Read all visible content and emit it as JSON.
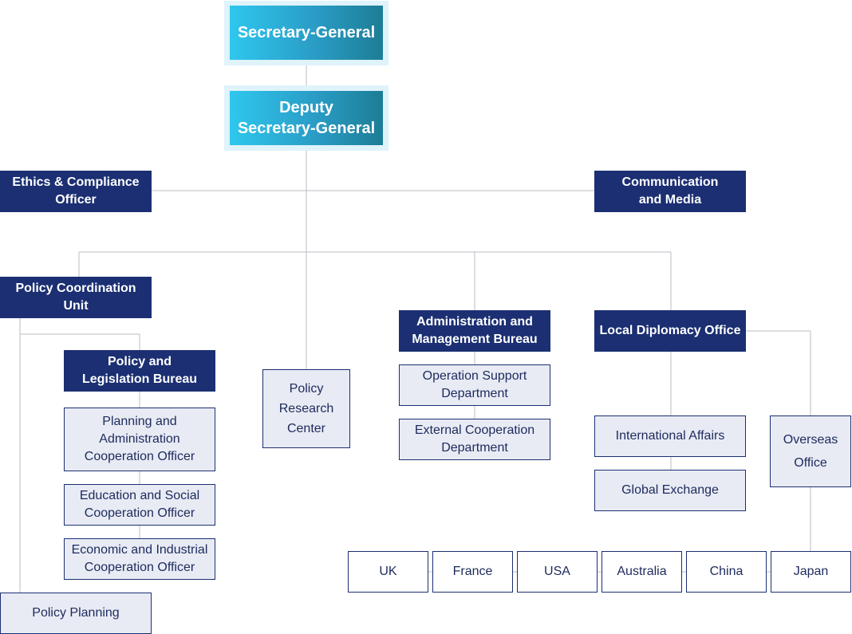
{
  "org": {
    "secretary_general": "Secretary-General",
    "deputy_secretary_general": "Deputy\nSecretary-General",
    "ethics_compliance": "Ethics & Compliance\nOfficer",
    "communication_media": "Communication\nand Media",
    "policy_coordination_unit": "Policy Coordination\nUnit",
    "policy_legislation_bureau": "Policy and\nLegislation Bureau",
    "planning_admin_officer": "Planning and\nAdministration\nCooperation Officer",
    "education_social_officer": "Education and Social\nCooperation Officer",
    "economic_industrial_officer": "Economic and Industrial\nCooperation Officer",
    "policy_planning": "Policy Planning",
    "policy_research_center": "Policy\nResearch\nCenter",
    "admin_management_bureau": "Administration and\nManagement Bureau",
    "operation_support_dept": "Operation Support\nDepartment",
    "external_cooperation_dept": "External Cooperation\nDepartment",
    "local_diplomacy_office": "Local Diplomacy Office",
    "international_affairs": "International Affairs",
    "global_exchange": "Global Exchange",
    "overseas_office": "Overseas\nOffice",
    "countries": [
      "UK",
      "France",
      "USA",
      "Australia",
      "China",
      "Japan"
    ]
  },
  "colors": {
    "top_gradient_start": "#2ec7ee",
    "top_gradient_end": "#1d7d96",
    "navy": "#1b2f72",
    "light_fill": "#e8ebf4",
    "connector": "#b9bcc4"
  }
}
